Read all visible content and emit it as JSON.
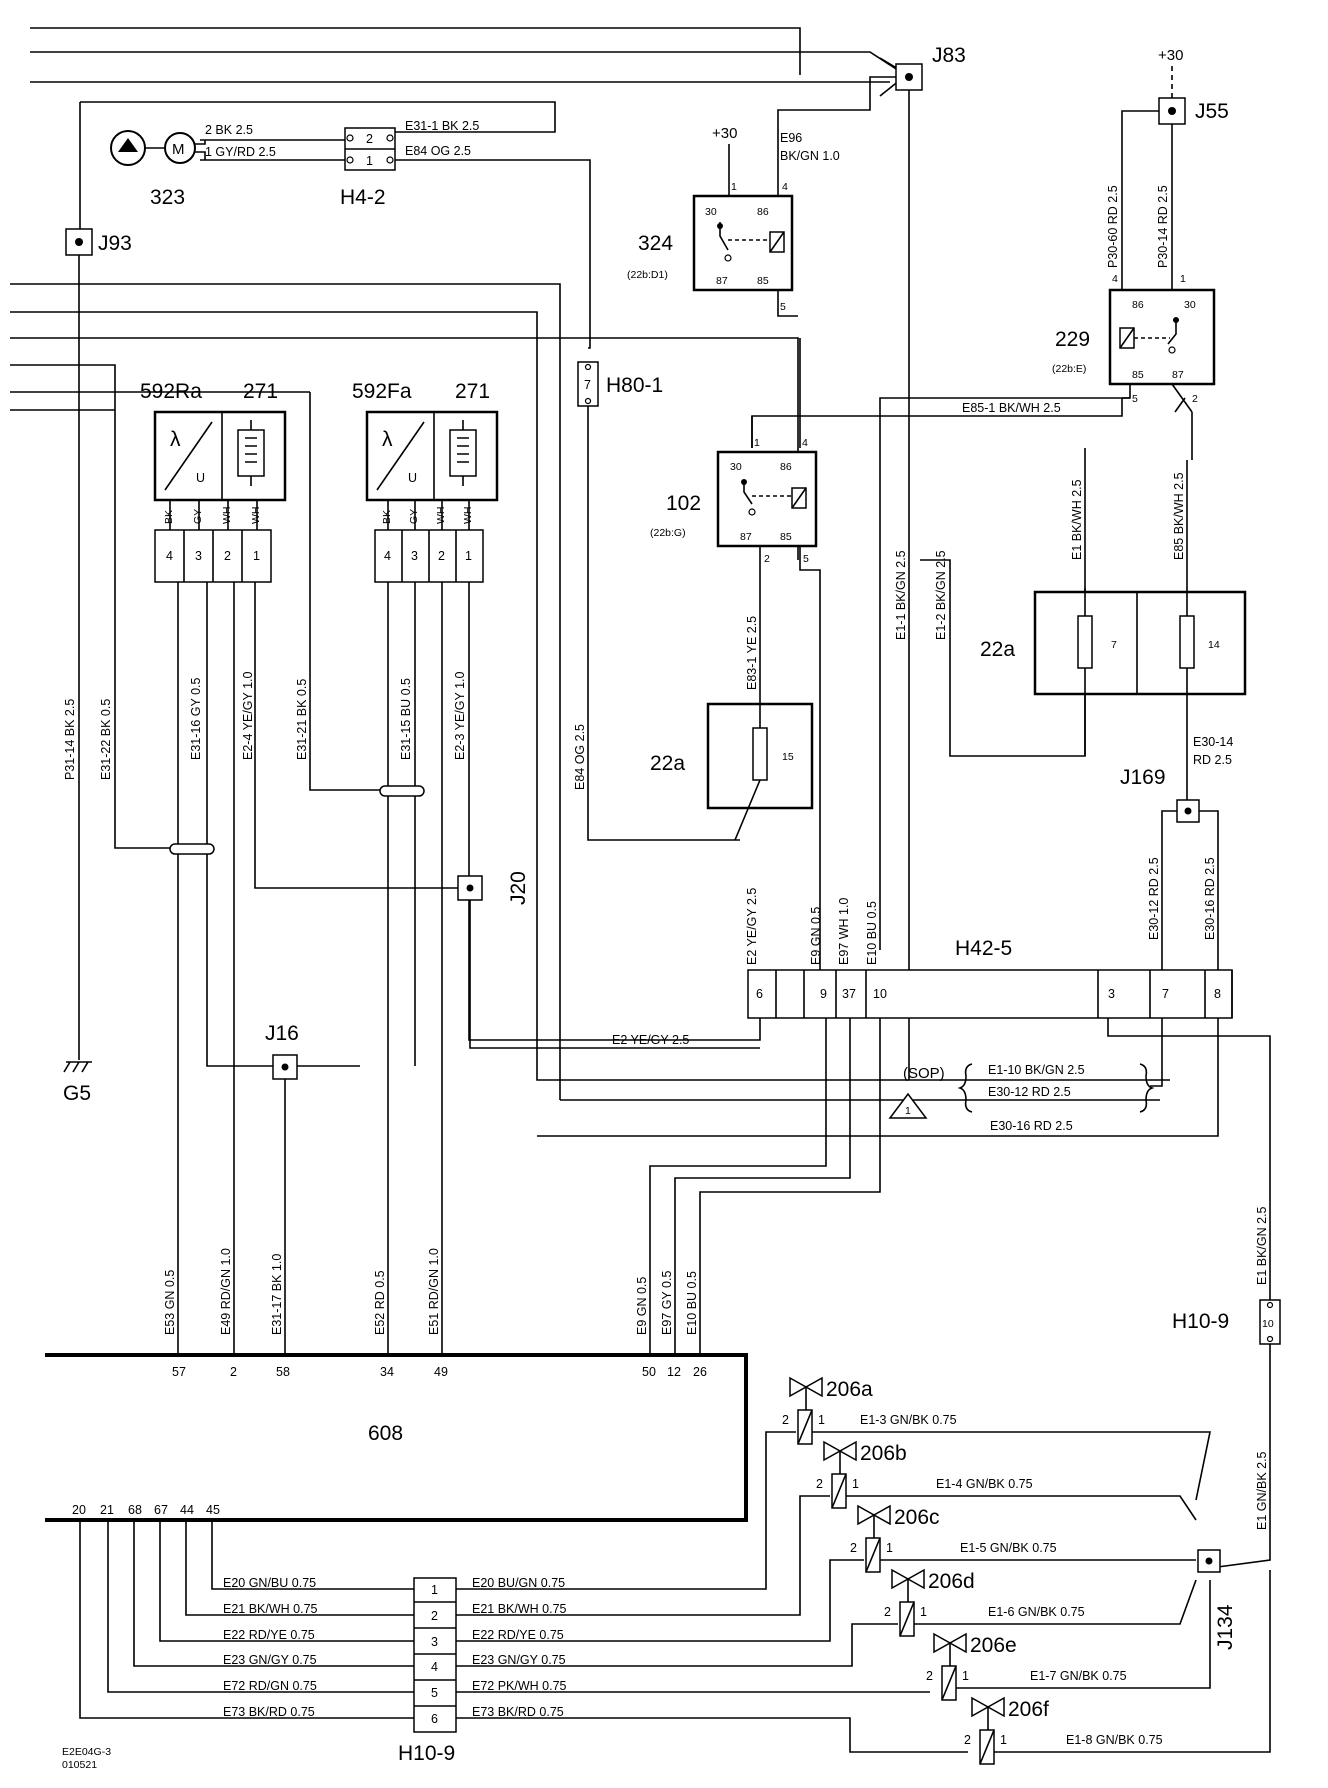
{
  "labels": {
    "j83": "J83",
    "j55": "J55",
    "j93": "J93",
    "j16": "J16",
    "j20": "J20",
    "j169": "J169",
    "j134": "J134",
    "plus30_a": "+30",
    "plus30_b": "+30",
    "c323": "323",
    "h4_2": "H4-2",
    "c324": "324",
    "c324_ref": "(22b:D1)",
    "c229": "229",
    "c229_ref": "(22b:E)",
    "c102": "102",
    "c102_ref": "(22b:G)",
    "h80_1": "H80-1",
    "c592ra": "592Ra",
    "c592fa": "592Fa",
    "c271a": "271",
    "c271b": "271",
    "c22a_top": "22a",
    "c22a_mid": "22a",
    "fuse7": "7",
    "fuse14": "14",
    "fuse15": "15",
    "h42_5": "H42-5",
    "g5": "G5",
    "h10_9_right": "H10-9",
    "h10_9_bottom": "H10-9",
    "c608": "608",
    "sop": "(SOP)",
    "warn": "1",
    "v206a": "206a",
    "v206b": "206b",
    "v206c": "206c",
    "v206d": "206d",
    "v206e": "206e",
    "v206f": "206f",
    "footer1": "E2E04G-3",
    "footer2": "010521"
  },
  "wire_labels": {
    "w_323_bk": "2  BK  2.5",
    "w_323_gy": "1  GY/RD  2.5",
    "w_e31_1": "E31-1  BK  2.5",
    "w_e84_og": "E84  OG  2.5",
    "w_e96": "E96",
    "w_e96b": "BK/GN 1.0",
    "w_p30_60": "P30-60  RD  2.5",
    "w_p30_14": "P30-14  RD  2.5",
    "w_e85_1": "E85-1  BK/WH  2.5",
    "w_e1_1": "E1-1  BK/GN  2.5",
    "w_e1_2": "E1-2  BK/GN  2.5",
    "w_e1_bkwh": "E1  BK/WH  2.5",
    "w_e85_bkwh": "E85  BK/WH  2.5",
    "w_e30_14a": "E30-14",
    "w_e30_14b": "RD  2.5",
    "w_e83_1": "E83-1  YE  2.5",
    "w_e84_v": "E84  OG  2.5",
    "w_p31_14": "P31-14  BK  2.5",
    "w_e31_22": "E31-22  BK  0.5",
    "w_e31_16": "E31-16  GY  0.5",
    "w_e2_4": "E2-4  YE/GY  1.0",
    "w_e31_21": "E31-21  BK  0.5",
    "w_e31_15": "E31-15  BU  0.5",
    "w_e2_3": "E2-3  YE/GY  1.0",
    "w_e2_v": "E2  YE/GY  2.5",
    "w_e9": "E9  GN  0.5",
    "w_e97": "E97  WH  1.0",
    "w_e10": "E10  BU  0.5",
    "w_e30_12": "E30-12  RD  2.5",
    "w_e30_16": "E30-16  RD  2.5",
    "w_e2_h": "E2   YE/GY  2.5",
    "w_e1_10": "E1-10  BK/GN  2.5",
    "w_e30_12_h": "E30-12   RD  2.5",
    "w_e30_16_h": "E30-16   RD  2.5",
    "w_e1_bkgn": "E1  BK/GN  2.5",
    "w_e1_gnbk": "E1  GN/BK  2.5",
    "w_e53": "E53  GN  0.5",
    "w_e49": "E49  RD/GN  1.0",
    "w_e31_17": "E31-17  BK  1.0",
    "w_e52": "E52  RD  0.5",
    "w_e51": "E51  RD/GN  1.0",
    "w_e9b": "E9  GN  0.5",
    "w_e97b": "E97  GY  0.5",
    "w_e10b": "E10  BU  0.5",
    "w_e1_3": "E1-3   GN/BK  0.75",
    "w_e1_4": "E1-4   GN/BK  0.75",
    "w_e1_5": "E1-5   GN/BK  0.75",
    "w_e1_6": "E1-6   GN/BK  0.75",
    "w_e1_7": "E1-7   GN/BK  0.75",
    "w_e1_8": "E1-8   GN/BK  0.75",
    "w_e20l": "E20   GN/BU  0.75",
    "w_e21l": "E21   BK/WH  0.75",
    "w_e22l": "E22   RD/YE  0.75",
    "w_e23l": "E23   GN/GY  0.75",
    "w_e72l": "E72   RD/GN  0.75",
    "w_e73l": "E73   BK/RD  0.75",
    "w_e20r": "E20   BU/GN  0.75",
    "w_e21r": "E21   BK/WH  0.75",
    "w_e22r": "E22   RD/YE  0.75",
    "w_e23r": "E23   GN/GY  0.75",
    "w_e72r": "E72   PK/WH  0.75",
    "w_e73r": "E73   BK/RD  0.75"
  },
  "pins": {
    "h4_2": [
      "2",
      "1"
    ],
    "r324": [
      "30",
      "86",
      "87",
      "85",
      "1",
      "4",
      "5"
    ],
    "r229": [
      "86",
      "30",
      "85",
      "87",
      "4",
      "1",
      "5",
      "2"
    ],
    "r102": [
      "30",
      "86",
      "87",
      "85",
      "1",
      "4",
      "2",
      "5"
    ],
    "h80_1": "7",
    "sensor_colors": [
      "BK",
      "GY",
      "WH",
      "WH"
    ],
    "sensor_pins": [
      "4",
      "3",
      "2",
      "1"
    ],
    "h42_5": [
      "6",
      "9",
      "37",
      "10",
      "3",
      "7",
      "8"
    ],
    "ecu_top": [
      "57",
      "2",
      "58",
      "34",
      "49",
      "50",
      "12",
      "26"
    ],
    "ecu_bottom": [
      "20",
      "21",
      "68",
      "67",
      "44",
      "45"
    ],
    "h10_9_stack": [
      "1",
      "2",
      "3",
      "4",
      "5",
      "6"
    ],
    "h10_9_right": "10",
    "valve_pins": [
      "2",
      "1"
    ],
    "lambda": "λ",
    "u": "U",
    "m": "M"
  }
}
